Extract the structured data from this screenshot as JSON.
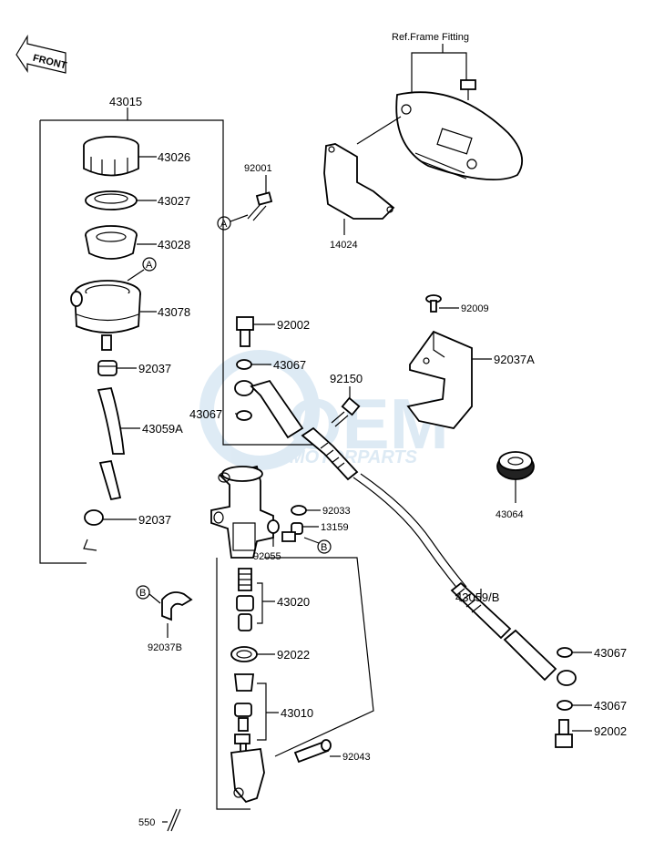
{
  "front_arrow": "FRONT",
  "ref_frame": "Ref.Frame Fitting",
  "watermark": {
    "brand": "OEM",
    "sub": "MOTORPARTS",
    "color": "#cfe1f0"
  },
  "callouts": {
    "a": "A",
    "b": "B"
  },
  "parts": {
    "p43015": "43015",
    "p43026": "43026",
    "p43027": "43027",
    "p43028": "43028",
    "p43078": "43078",
    "p92037_top": "92037",
    "p43059a": "43059A",
    "p92037_bottom": "92037",
    "p92001": "92001",
    "p92002_top": "92002",
    "p43067_top": "43067",
    "p43067_mid": "43067",
    "p92150": "92150",
    "p14024": "14024",
    "p92009": "92009",
    "p92037a": "92037A",
    "p43064": "43064",
    "p92033": "92033",
    "p13159": "13159",
    "p92055": "92055",
    "p43020": "43020",
    "p92037b": "92037B",
    "p92022": "92022",
    "p43010": "43010",
    "p92043": "92043",
    "p550": "550",
    "p43059b": "43059/B",
    "p43067_r1": "43067",
    "p43067_r2": "43067",
    "p92002_bottom": "92002"
  }
}
